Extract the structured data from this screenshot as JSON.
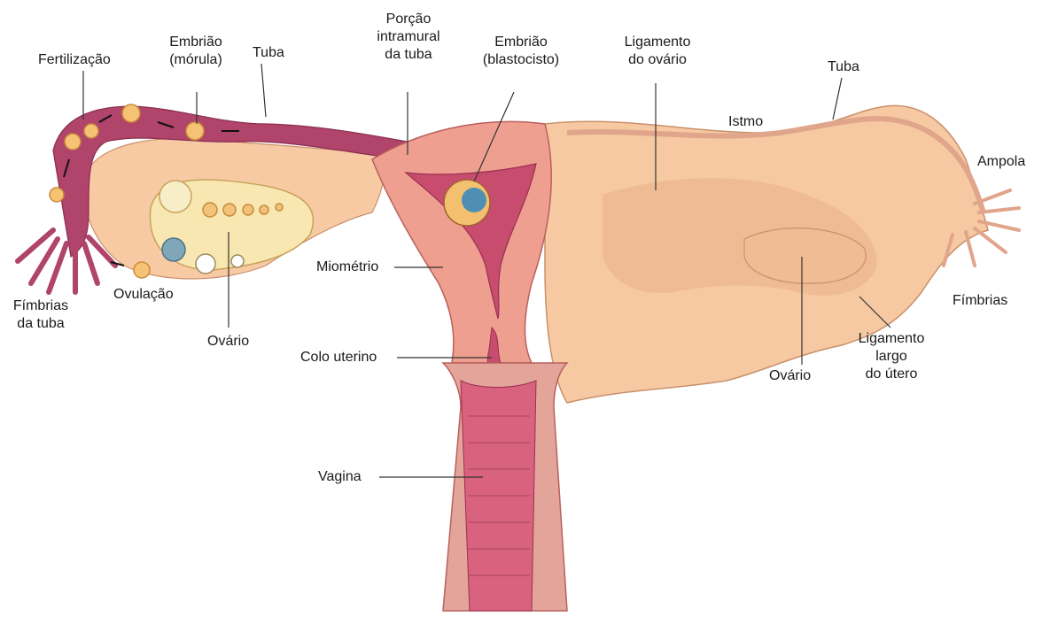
{
  "labels": {
    "fertilizacao": [
      "Fertilização"
    ],
    "embriao_morula": [
      "Embrião",
      "(mórula)"
    ],
    "tuba_left": [
      "Tuba"
    ],
    "porcao_intramural": [
      "Porção",
      "intramural",
      "da tuba"
    ],
    "embriao_blastocisto": [
      "Embrião",
      "(blastocisto)"
    ],
    "ligamento_ovario": [
      "Ligamento",
      "do ovário"
    ],
    "tuba_right": [
      "Tuba"
    ],
    "istmo": [
      "Istmo"
    ],
    "ampola": [
      "Ampola"
    ],
    "fimbrias_tuba": [
      "Fímbrias",
      "da tuba"
    ],
    "ovulacao": [
      "Ovulação"
    ],
    "ovario_left": [
      "Ovário"
    ],
    "miometrio": [
      "Miométrio"
    ],
    "colo_uterino": [
      "Colo uterino"
    ],
    "vagina": [
      "Vagina"
    ],
    "fimbrias_right": [
      "Fímbrias"
    ],
    "ligamento_largo": [
      "Ligamento",
      "largo",
      "do útero"
    ],
    "ovario_right": [
      "Ovário"
    ]
  },
  "colors": {
    "tube": "#b0446a",
    "tube_light": "#d77a95",
    "ligament": "#f6c9a2",
    "ligament_shade": "#e8b08a",
    "uterus": "#ee9f90",
    "uterus_dark": "#d46f6b",
    "cavity": "#c84c6e",
    "vagina": "#d9637e",
    "ovary": "#f8e7b0",
    "leader": "#333333"
  }
}
